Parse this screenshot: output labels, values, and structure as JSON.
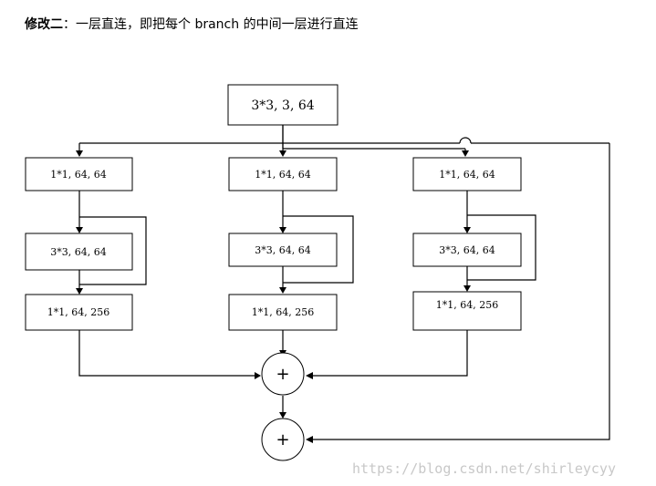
{
  "header": {
    "bold": "修改二",
    "colon": "：",
    "text": "一层直连，即把每个 branch 的中间一层进行直连"
  },
  "diagram": {
    "top_box": "3*3, 3, 64",
    "branches": [
      {
        "top": "1*1, 64, 64",
        "mid": "3*3, 64, 64",
        "bottom": "1*1, 64, 256"
      },
      {
        "top": "1*1, 64, 64",
        "mid": "3*3, 64, 64",
        "bottom": "1*1, 64, 256"
      },
      {
        "top": "1*1,  64, 64",
        "mid": "3*3, 64, 64",
        "bottom": "1*1, 64, 256"
      }
    ],
    "add_symbol": "+",
    "watermark": "https://blog.csdn.net/shirleycyy"
  }
}
